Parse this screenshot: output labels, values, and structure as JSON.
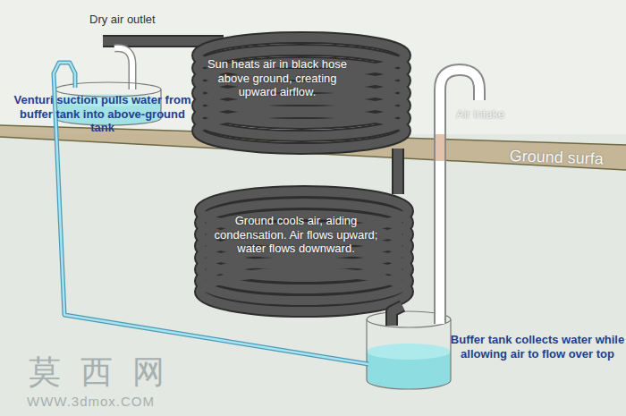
{
  "diagram": {
    "nodes": [
      {
        "text": [
          "Sun heats air in black hose above ground, creating upward airflow."
        ]
      },
      {
        "text": [
          "Venturi suction pulls water from buffer tank into above-ground tank"
        ]
      },
      {
        "text": [
          "Ground cools air, aiding condensation. Air flows upward; water flows downward."
        ]
      },
      {
        "text": [
          "Buffer tank collects water while allowing air to flow over top"
        ]
      }
    ],
    "edges": [
      {
        "from": 2,
        "to": 0,
        "arrow": "none"
      },
      {
        "from": 3,
        "to": 2,
        "arrow": "none"
      },
      {
        "from": 3,
        "to": 1,
        "arrow": "none"
      }
    ],
    "labels": [
      "Dry air outlet",
      "Air intake",
      "Ground surfa",
      "莫 西 网",
      "WWW.3dmox.COM"
    ]
  }
}
